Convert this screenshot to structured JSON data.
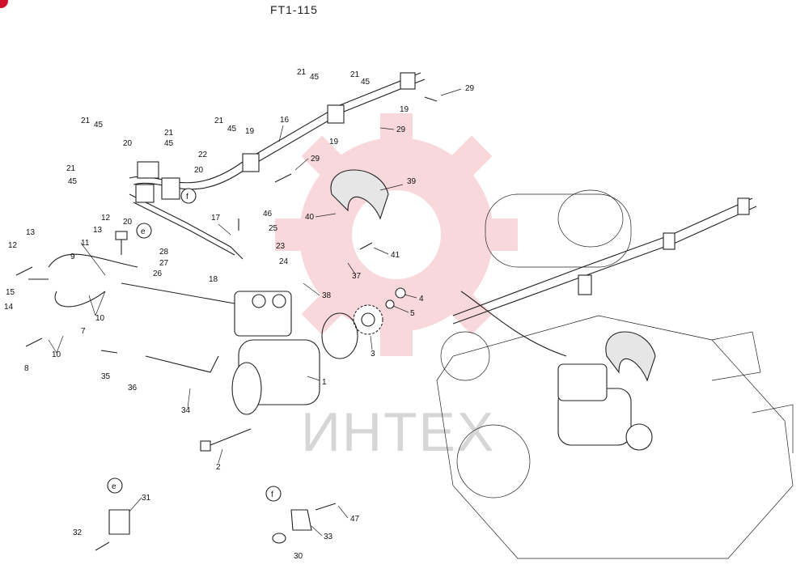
{
  "title": "FT1-115",
  "watermark": "ИНТЕХ",
  "accent": "#d0102a",
  "parts": [
    "1",
    "2",
    "3",
    "4",
    "5",
    "7",
    "8",
    "9",
    "10",
    "11",
    "12",
    "13",
    "14",
    "15",
    "16",
    "17",
    "18",
    "19",
    "20",
    "21",
    "22",
    "23",
    "24",
    "25",
    "26",
    "27",
    "28",
    "29",
    "30",
    "31",
    "32",
    "33",
    "34",
    "35",
    "36",
    "37",
    "38",
    "39",
    "40",
    "41",
    "45",
    "46",
    "47"
  ],
  "refs": [
    "e",
    "f"
  ]
}
